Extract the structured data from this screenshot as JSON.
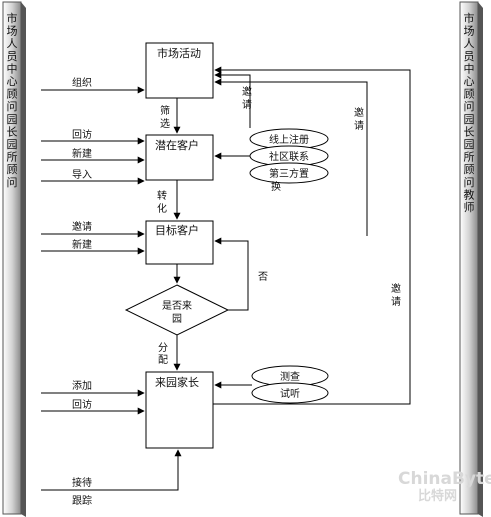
{
  "left_bar": {
    "text": "市场人员中心顾问园长园所顾问"
  },
  "right_bar": {
    "text": "市场人员中心顾问园长园所顾问教师"
  },
  "boxes": {
    "market": "市场活动",
    "potential": "潜在客户",
    "target": "目标客户",
    "visitor": "来园家长"
  },
  "decision": {
    "line1": "是否来",
    "line2": "园"
  },
  "ellipses": {
    "online": "线上注册",
    "community": "社区联系",
    "third_party": "第三方置",
    "test": "测查",
    "trial": "试听"
  },
  "left_inputs": {
    "organize": "组织",
    "revisit1": "回访",
    "new1": "新建",
    "import": "导入",
    "invite": "邀请",
    "new2": "新建",
    "add": "添加",
    "revisit2": "回访",
    "reception": "接待",
    "follow": "跟踪"
  },
  "flow_labels": {
    "screen1": "筛",
    "screen2": "选",
    "convert1": "转",
    "convert2": "化",
    "assign1": "分",
    "assign2": "配",
    "no": "否",
    "swap": "换",
    "invite_a1": "邀",
    "invite_a2": "请",
    "invite_b1": "邀",
    "invite_b2": "请",
    "invite_c1": "邀",
    "invite_c2": "请"
  },
  "watermark": {
    "line1": "ChinaByte",
    "line2": "比特网"
  }
}
